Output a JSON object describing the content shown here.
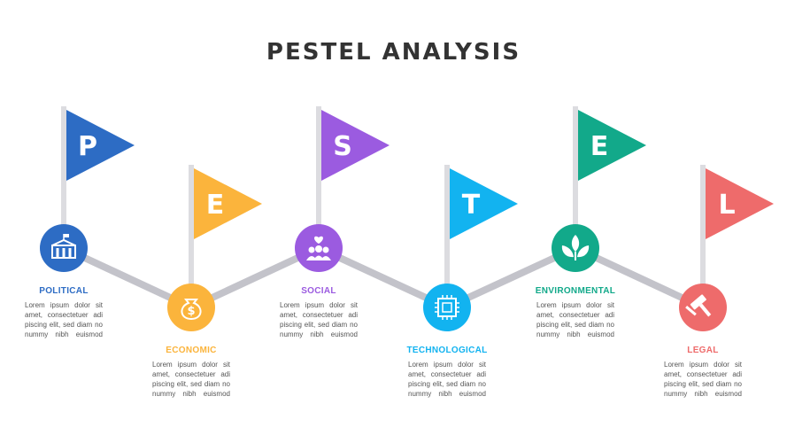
{
  "title": "PESTEL ANALYSIS",
  "colors": {
    "political": "#2d6cc4",
    "economic": "#fbb43c",
    "social": "#9b5be0",
    "technological": "#12b3f0",
    "environmental": "#12a98a",
    "legal": "#ee6b6b",
    "connector": "#c3c3ca",
    "pole": "#dcdce0"
  },
  "items": [
    {
      "letter": "P",
      "label": "POLITICAL",
      "icon": "government-building-icon",
      "text": [
        "Lorem ipsum dolor sit",
        "amet, consectetuer adi",
        "piscing elit, sed diam no",
        "nummy nibh euismod"
      ]
    },
    {
      "letter": "E",
      "label": "ECONOMIC",
      "icon": "money-bag-icon",
      "text": [
        "Lorem ipsum dolor sit",
        "amet, consectetuer adi",
        "piscing elit, sed diam no",
        "nummy nibh euismod"
      ]
    },
    {
      "letter": "S",
      "label": "SOCIAL",
      "icon": "people-heart-icon",
      "text": [
        "Lorem ipsum dolor sit",
        "amet, consectetuer adi",
        "piscing elit, sed diam no",
        "nummy nibh euismod"
      ]
    },
    {
      "letter": "T",
      "label": "TECHNOLOGICAL",
      "icon": "microchip-icon",
      "text": [
        "Lorem ipsum dolor sit",
        "amet, consectetuer adi",
        "piscing elit, sed diam no",
        "nummy nibh euismod"
      ]
    },
    {
      "letter": "E",
      "label": "ENVIRONMENTAL",
      "icon": "leaves-icon",
      "text": [
        "Lorem ipsum dolor sit",
        "amet, consectetuer adi",
        "piscing elit, sed diam no",
        "nummy nibh euismod"
      ]
    },
    {
      "letter": "L",
      "label": "LEGAL",
      "icon": "gavel-icon",
      "text": [
        "Lorem ipsum dolor sit",
        "amet, consectetuer adi",
        "piscing elit, sed diam no",
        "nummy nibh euismod"
      ]
    }
  ]
}
